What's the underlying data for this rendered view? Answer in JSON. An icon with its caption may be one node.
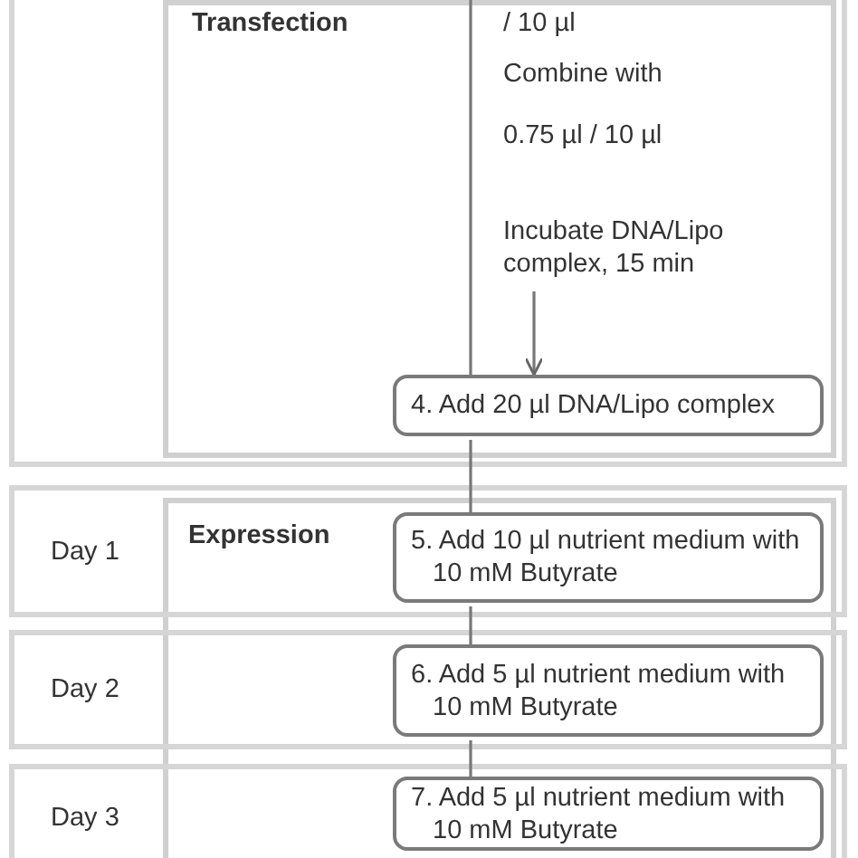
{
  "diagram": {
    "nodes": [
      {
        "text": [],
        "shape": "box"
      },
      {
        "text": [
          "Transfection"
        ],
        "in": 0
      },
      {
        "text": [
          "Incubate DNA/Lipo complex, 15 min"
        ],
        "in": 1
      },
      {
        "text": [
          "4. Add 20 µl DNA/Lipo complex"
        ],
        "in": 1
      },
      {
        "text": [
          "Day 1"
        ]
      },
      {
        "text": [
          "Day 2"
        ]
      },
      {
        "text": [
          "Day 3"
        ]
      },
      {
        "text": [
          "5. Add 10 µl nutrient medium with 10 mM Butyrate"
        ],
        "in": 4
      },
      {
        "text": [
          "6. Add 5 µl nutrient medium with 10 mM Butyrate"
        ],
        "in": 5
      },
      {
        "text": [
          "7. Add 5 µl nutrient medium with 10 mM Butyrate"
        ],
        "in": 6
      }
    ],
    "edges": [
      {
        "from": null,
        "to": 3,
        "arrow": "none"
      },
      {
        "from": 2,
        "to": 3,
        "arrow": "to"
      },
      {
        "from": 3,
        "to": 7,
        "arrow": "none"
      },
      {
        "from": 7,
        "to": 8,
        "arrow": "none"
      },
      {
        "from": 8,
        "to": 9,
        "arrow": "none"
      }
    ],
    "labels": [
      "/ 10 µl",
      "Combine with",
      "0.75 µl / 10 µl",
      "Expression"
    ]
  }
}
